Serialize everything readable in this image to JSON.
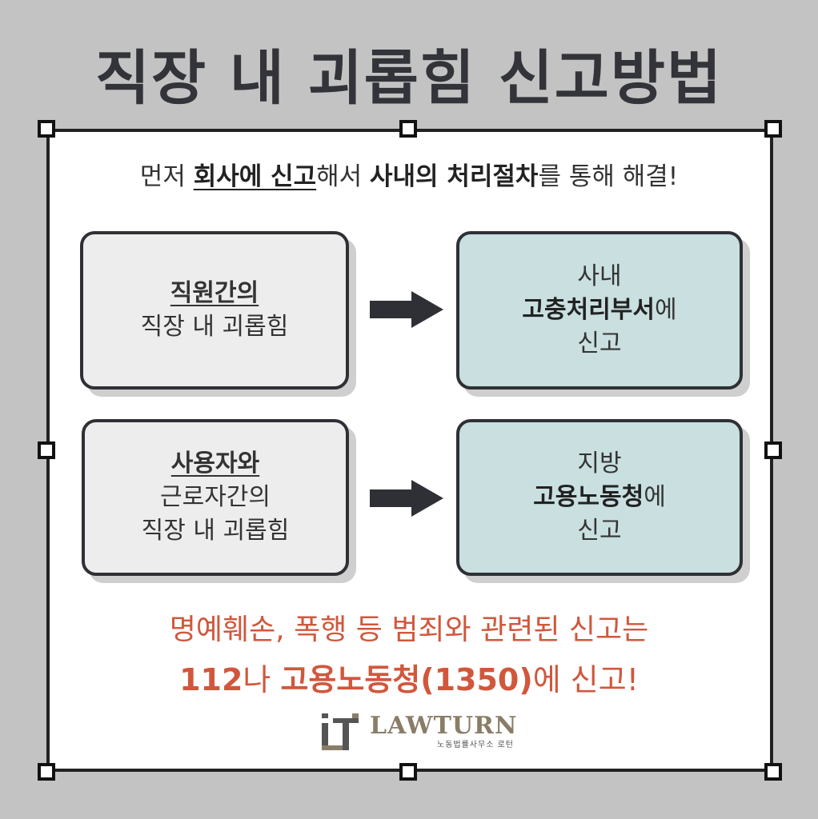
{
  "title": "직장 내 괴롭힘 신고방법",
  "intro": {
    "p1": "먼저 ",
    "b1": "회사에 신고",
    "p2": "해서 ",
    "b2": "사내의 처리절차",
    "p3": "를 통해 해결!"
  },
  "rows": [
    {
      "left": {
        "line1": "직원간의",
        "line2": "직장 내 괴롭힘"
      },
      "right": {
        "line1": "사내",
        "bold": "고충처리부서",
        "suffix": "에",
        "line3": "신고"
      }
    },
    {
      "left": {
        "line1": "사용자와",
        "line2": "근로자간의",
        "line3": "직장 내 괴롭힘"
      },
      "right": {
        "line1": "지방",
        "bold": "고용노동청",
        "suffix": "에",
        "line3": "신고"
      }
    }
  ],
  "warning": {
    "line1": "명예훼손, 폭행 등 범죄와 관련된 신고는",
    "b1": "112",
    "p1": "나 ",
    "b2": "고용노동청(1350)",
    "p2": "에 신고!"
  },
  "logo": {
    "name": "LAWTURN",
    "sub": "노동법률사무소 로턴"
  },
  "colors": {
    "background": "#c3c3c3",
    "accent": "#d1573c",
    "teal_box": "#c9dfe0",
    "grey_box": "#ededed",
    "dark": "#333439"
  }
}
